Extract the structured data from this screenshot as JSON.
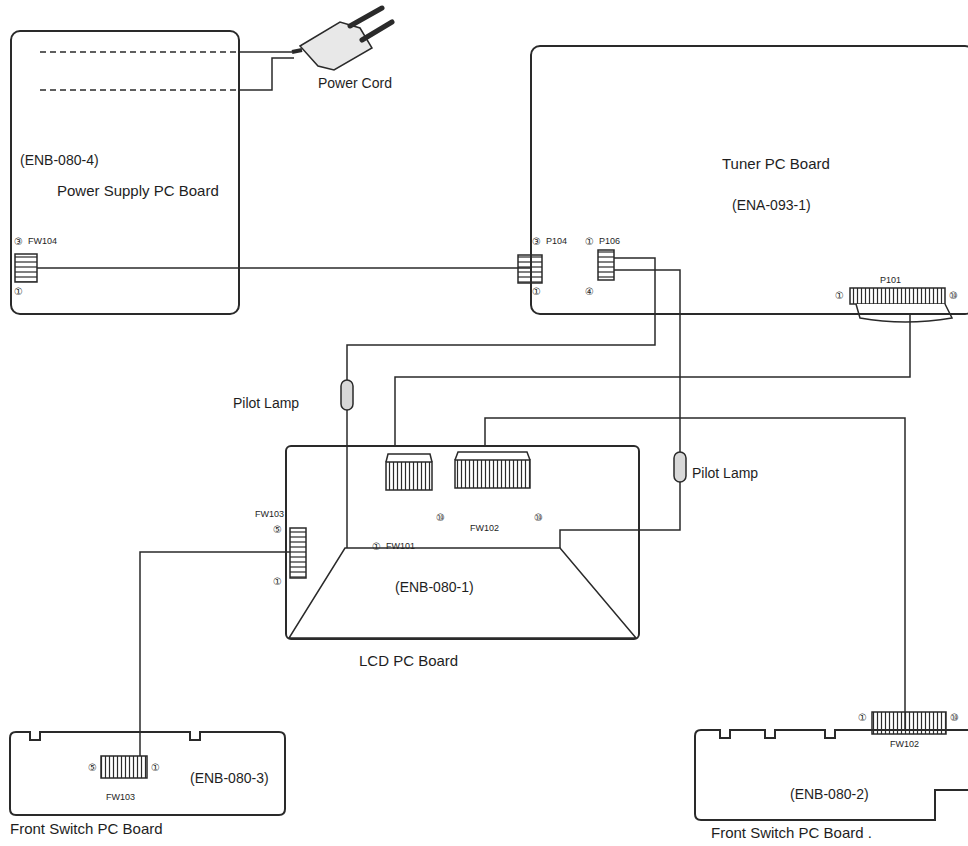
{
  "diagram": {
    "nodes": [
      {
        "text": [
          "(ENB-080-4)",
          "Power Supply PC Board"
        ]
      },
      {
        "text": [
          "Tuner PC Board",
          "(ENA-093-1)"
        ]
      },
      {
        "text": [
          "(ENB-080-1)",
          "LCD PC Board"
        ]
      },
      {
        "text": [
          "(ENB-080-3)",
          "Front Switch PC Board"
        ]
      },
      {
        "text": [
          "(ENB-080-2)",
          "Front Switch PC Board ."
        ]
      }
    ],
    "edges": [
      {
        "from": 0,
        "to": 1,
        "arrow": "none"
      },
      {
        "from": 1,
        "to": 2,
        "arrow": "none"
      },
      {
        "from": 2,
        "to": 4,
        "arrow": "none"
      },
      {
        "from": 2,
        "to": 3,
        "arrow": "none"
      }
    ],
    "labels": [
      "Power Cord",
      "③",
      "FW104",
      "①",
      "③",
      "P104",
      "①",
      "①",
      "P106",
      "④",
      "①",
      "P101",
      "⑩",
      "Pilot Lamp",
      "Pilot Lamp",
      "FW103",
      "⑤",
      "①",
      "①",
      "FW101",
      "⑩",
      "FW102",
      "⑩",
      "⑤",
      "FW103",
      "①",
      "①",
      "FW102",
      "⑩"
    ]
  }
}
